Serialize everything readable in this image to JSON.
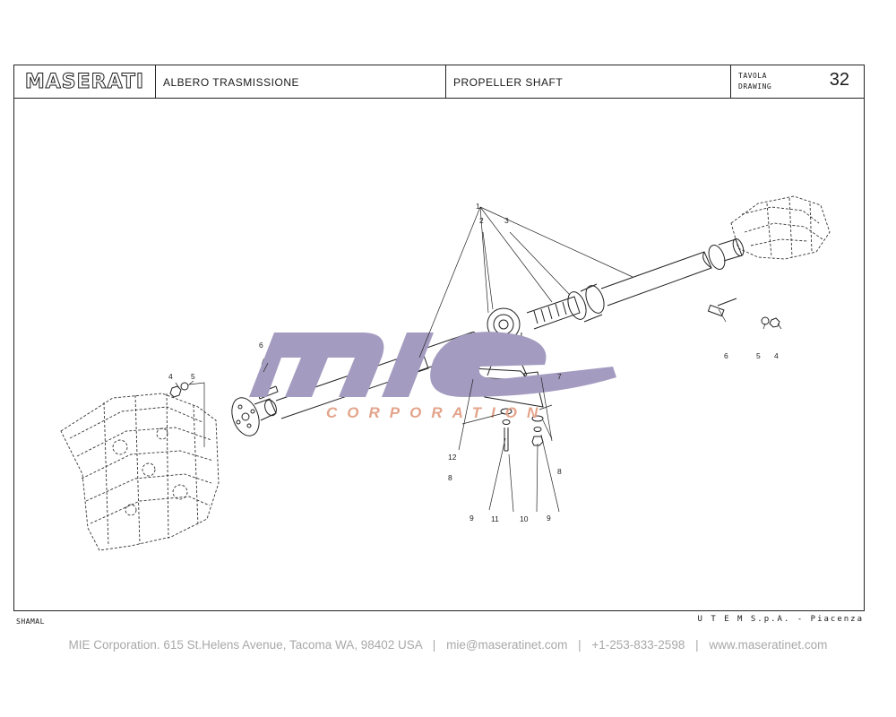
{
  "header": {
    "brand": "MASERATI",
    "title_it": "ALBERO TRASMISSIONE",
    "title_en": "PROPELLER SHAFT",
    "tavola_label": "TAVOLA",
    "drawing_label": "DRAWING",
    "drawing_number": "32"
  },
  "callouts": {
    "c1": "1",
    "c2": "2",
    "c3": "3",
    "c4_left": "4",
    "c5_left": "5",
    "c6_left": "6",
    "c6_right": "6",
    "c5_right": "5",
    "c4_right": "4",
    "c7": "7",
    "c12": "12",
    "c8_left": "8",
    "c8_right": "8",
    "c9_left": "9",
    "c11": "11",
    "c10": "10",
    "c9_right": "9"
  },
  "watermark": {
    "word": "CORPORATION"
  },
  "model": "SHAMAL",
  "publisher": "U T E M  S.p.A. - Piacenza",
  "footer": {
    "address": "MIE Corporation. 615 St.Helens Avenue, Tacoma WA, 98402 USA",
    "email": "mie@maseratinet.com",
    "phone": "+1-253-833-2598",
    "website": "www.maseratinet.com",
    "separator": "|"
  },
  "colors": {
    "watermark_purple": "#a49cc0",
    "watermark_orange": "#e3a48b",
    "footer_text": "#a8a8a8"
  }
}
